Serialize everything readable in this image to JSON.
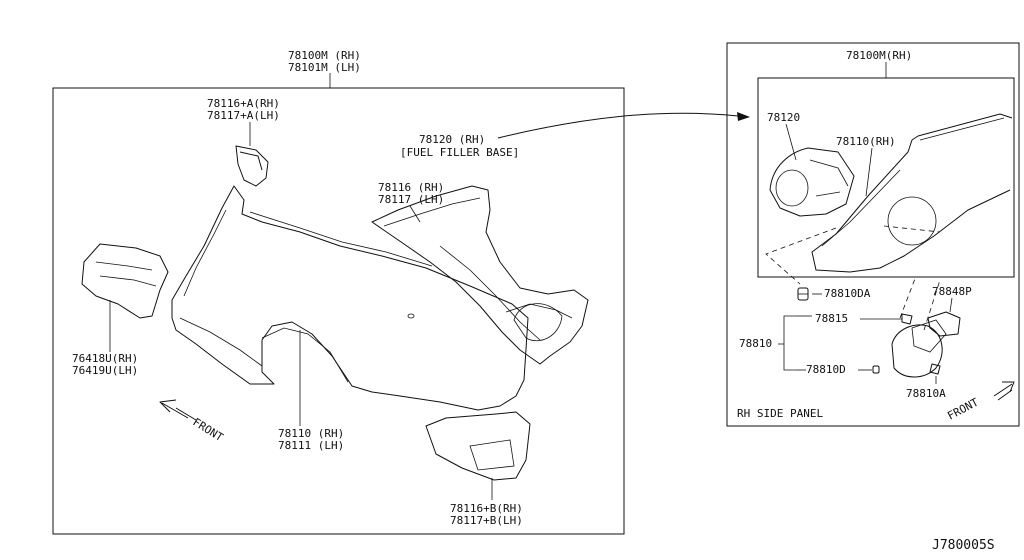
{
  "labels": {
    "main_rh": "78100M (RH)",
    "main_lh": "78101M (LH)",
    "a_rh": "78116+A(RH)",
    "a_lh": "78117+A(LH)",
    "fuel_base_rh": "78120 (RH)",
    "fuel_base_desc": "[FUEL FILLER BASE]",
    "pillar_rh": "78116 (RH)",
    "pillar_lh": "78117 (LH)",
    "ext_rh": "76418U(RH)",
    "ext_lh": "76419U(LH)",
    "fender_rh": "78110 (RH)",
    "fender_lh": "78111 (LH)",
    "b_rh": "78116+B(RH)",
    "b_lh": "78117+B(LH)",
    "front": "FRONT",
    "detail_title": "78100M(RH)",
    "detail_78120": "78120",
    "detail_78110": "78110(RH)",
    "clip_da": "78810DA",
    "spring_p": "78848P",
    "hinge": "78815",
    "lid": "78810",
    "clip_d": "78810D",
    "bracket_a": "78810A",
    "panel_caption": "RH SIDE PANEL",
    "front_detail": "FRONT",
    "diagram_code": "J780005S"
  }
}
